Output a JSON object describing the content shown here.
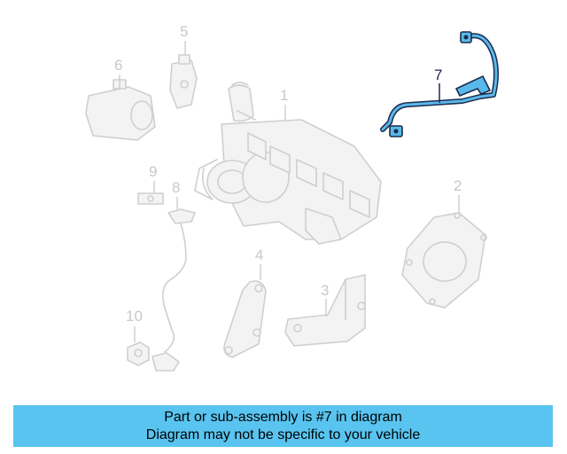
{
  "diagram": {
    "highlighted_part": "7",
    "callouts": [
      "1",
      "2",
      "3",
      "4",
      "5",
      "6",
      "7",
      "8",
      "9",
      "10"
    ]
  },
  "banner": {
    "line1": "Part or sub-assembly is #7 in diagram",
    "line2": "Diagram may not be specific to your vehicle"
  },
  "colors": {
    "banner_bg": "#59c4f0",
    "highlight_part": "#5ab8ea",
    "ghost_parts": "#cfcfcf"
  }
}
